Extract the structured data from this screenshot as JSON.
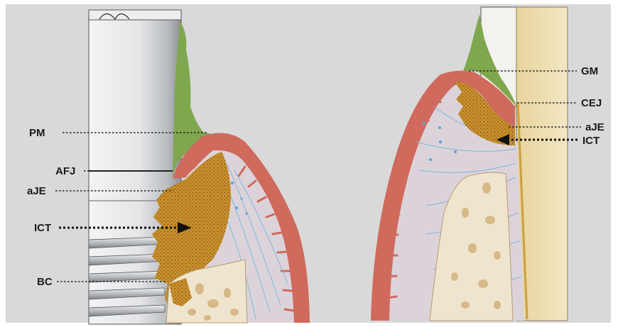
{
  "left_panel": {
    "labels": {
      "pm": "PM",
      "afj": "AFJ",
      "aje": "aJE",
      "ict": "ICT",
      "bc": "BC"
    }
  },
  "right_panel": {
    "labels": {
      "gm": "GM",
      "cej": "CEJ",
      "aje": "aJE",
      "ict": "ICT"
    }
  },
  "colors": {
    "background": "#d9d9da",
    "gingiva_fill": "#dcd3da",
    "epithelium": "#cf6a5c",
    "infiltrate": "#c9902c",
    "plaque": "#7fa74d",
    "bone": "#efe5cf",
    "marrow": "#d7b887",
    "fibers": "#7fb6de",
    "tooth_root": "#ead7a8",
    "implant": "#e6e7e8"
  }
}
